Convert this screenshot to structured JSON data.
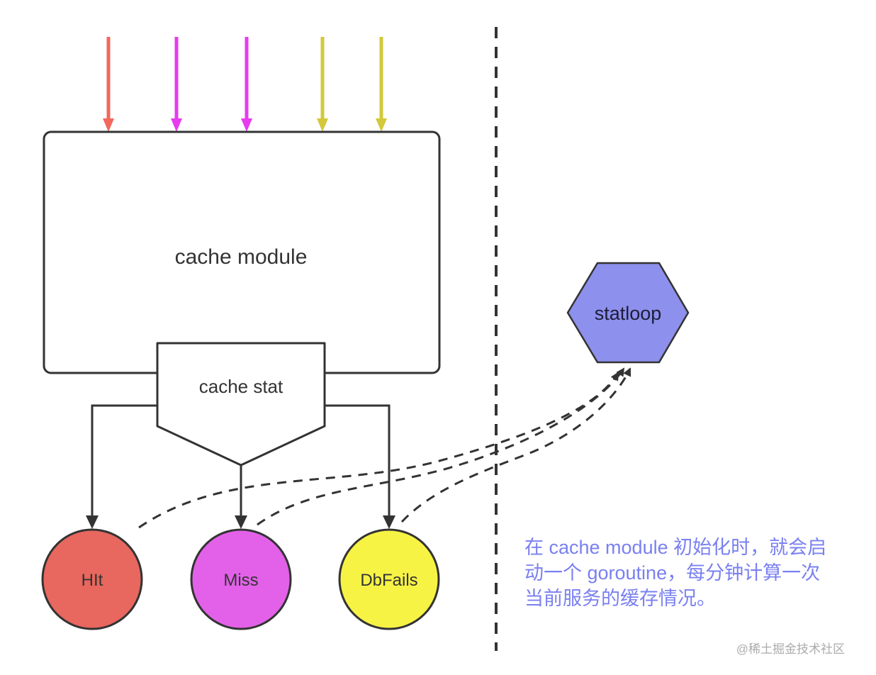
{
  "colors": {
    "ink": "#333333",
    "arrow_red": "#f2685c",
    "arrow_magenta": "#e63cee",
    "arrow_yellow": "#d3c93a",
    "hit_fill": "#e8675e",
    "miss_fill": "#e361e8",
    "dbfails_fill": "#f7f345",
    "statloop_fill": "#8d90ec",
    "statloop_text": "#1d1d3a",
    "annotation_color": "#7a80f0",
    "watermark_color": "#ababab"
  },
  "diagram": {
    "cache_module_label": "cache module",
    "cache_stat_label": "cache stat",
    "hit_label": "HIt",
    "miss_label": "Miss",
    "dbfails_label": "DbFails",
    "statloop_label": "statloop"
  },
  "annotation": {
    "lines": [
      "在 cache module 初始化时，就会启",
      "动一个 goroutine，每分钟计算一次",
      "当前服务的缓存情况。"
    ]
  },
  "watermark": "@稀土掘金技术社区"
}
